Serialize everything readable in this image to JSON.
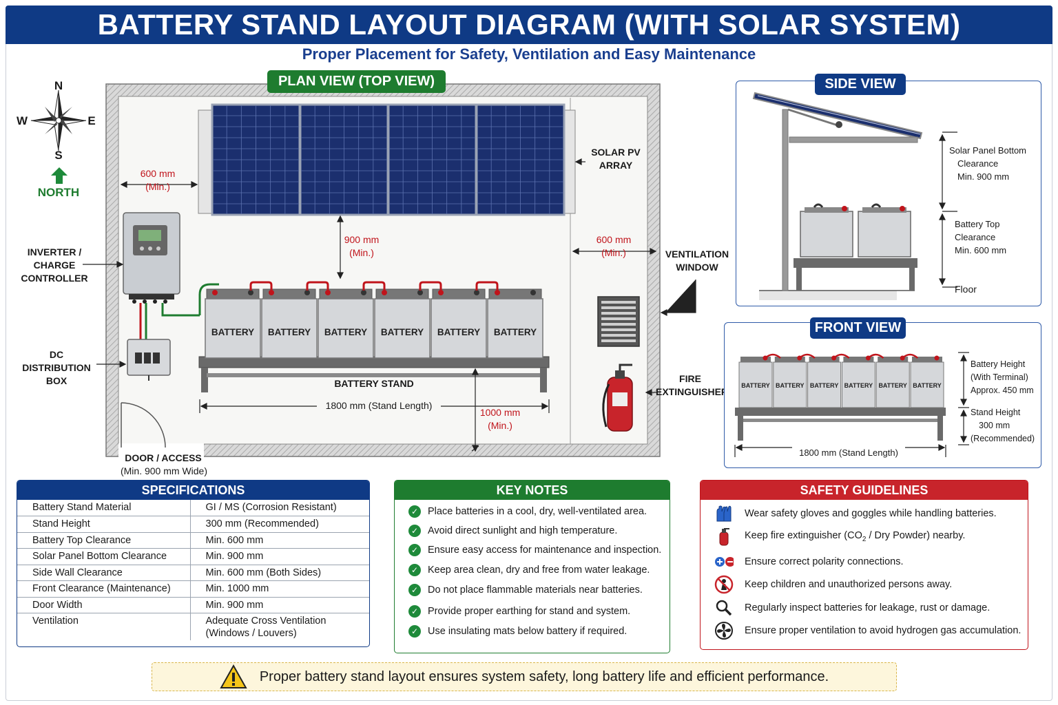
{
  "title": "BATTERY STAND LAYOUT DIAGRAM (WITH SOLAR SYSTEM)",
  "subtitle": "Proper Placement for Safety, Ventilation and Easy Maintenance",
  "compass": {
    "n": "N",
    "s": "S",
    "e": "E",
    "w": "W",
    "north_label": "NORTH"
  },
  "plan_view": {
    "title": "PLAN VIEW (TOP VIEW)",
    "solar_array_label": "SOLAR PV ARRAY",
    "inverter_label": "INVERTER / CHARGE CONTROLLER",
    "dc_box_label": "DC DISTRIBUTION BOX",
    "door_label": "DOOR / ACCESS",
    "door_sub": "(Min. 900 mm Wide)",
    "ventilation_label": "VENTILATION WINDOW",
    "fire_label": "FIRE EXTINGUISHER",
    "battery_stand_label": "BATTERY STAND",
    "stand_length": "1800 mm (Stand Length)",
    "dim_left_wall": "600 mm",
    "dim_right_wall": "600 mm",
    "dim_panel_gap": "900 mm",
    "dim_front": "1000 mm",
    "dim_min": "(Min.)",
    "battery_text": "BATTERY"
  },
  "side_view": {
    "title": "SIDE VIEW",
    "panel_clearance_1": "Solar Panel Bottom",
    "panel_clearance_2": "Clearance",
    "panel_clearance_3": "Min. 900 mm",
    "battery_clearance_1": "Battery Top",
    "battery_clearance_2": "Clearance",
    "battery_clearance_3": "Min. 600 mm",
    "floor": "Floor"
  },
  "front_view": {
    "title": "FRONT VIEW",
    "battery_height_1": "Battery Height",
    "battery_height_2": "(With Terminal)",
    "battery_height_3": "Approx. 450 mm",
    "stand_height_1": "Stand Height",
    "stand_height_2": "300 mm",
    "stand_height_3": "(Recommended)",
    "stand_length": "1800 mm (Stand Length)",
    "battery_text": "BATTERY"
  },
  "specifications": {
    "title": "SPECIFICATIONS",
    "rows": [
      [
        "Battery Stand Material",
        "GI / MS (Corrosion Resistant)"
      ],
      [
        "Stand Height",
        "300 mm (Recommended)"
      ],
      [
        "Battery Top Clearance",
        "Min. 600 mm"
      ],
      [
        "Solar Panel Bottom Clearance",
        "Min. 900 mm"
      ],
      [
        "Side Wall Clearance",
        "Min. 600 mm (Both Sides)"
      ],
      [
        "Front Clearance (Maintenance)",
        "Min. 1000 mm"
      ],
      [
        "Door Width",
        "Min. 900 mm"
      ],
      [
        "Ventilation",
        "Adequate Cross Ventilation"
      ]
    ],
    "ventilation_line2": "(Windows / Louvers)"
  },
  "key_notes": {
    "title": "KEY NOTES",
    "items": [
      "Place batteries in a cool, dry, well-ventilated area.",
      "Avoid direct sunlight and high temperature.",
      "Ensure easy access for maintenance and inspection.",
      "Keep area clean, dry and free from water leakage.",
      "Do not place flammable materials near batteries.",
      "Provide proper earthing for stand and system.",
      "Use insulating mats below battery if required."
    ]
  },
  "safety": {
    "title": "SAFETY GUIDELINES",
    "items": [
      {
        "icon": "gloves-icon",
        "text": "Wear safety gloves and goggles while handling batteries."
      },
      {
        "icon": "fire-extinguisher-icon",
        "text_pre": "Keep fire extinguisher (CO",
        "text_sub": "2",
        "text_post": " / Dry Powder) nearby."
      },
      {
        "icon": "polarity-icon",
        "text": "Ensure correct polarity connections."
      },
      {
        "icon": "no-children-icon",
        "text": "Keep children and unauthorized persons away."
      },
      {
        "icon": "magnifier-icon",
        "text": "Regularly inspect batteries for leakage, rust or damage."
      },
      {
        "icon": "fan-icon",
        "text": "Ensure proper ventilation to avoid hydrogen gas accumulation."
      }
    ]
  },
  "footer": "Proper battery stand layout ensures system safety, long battery life and efficient performance.",
  "colors": {
    "navy": "#0f3a85",
    "green": "#1e7c2f",
    "red": "#c0141b",
    "panel_blue": "#1b2f6e"
  }
}
